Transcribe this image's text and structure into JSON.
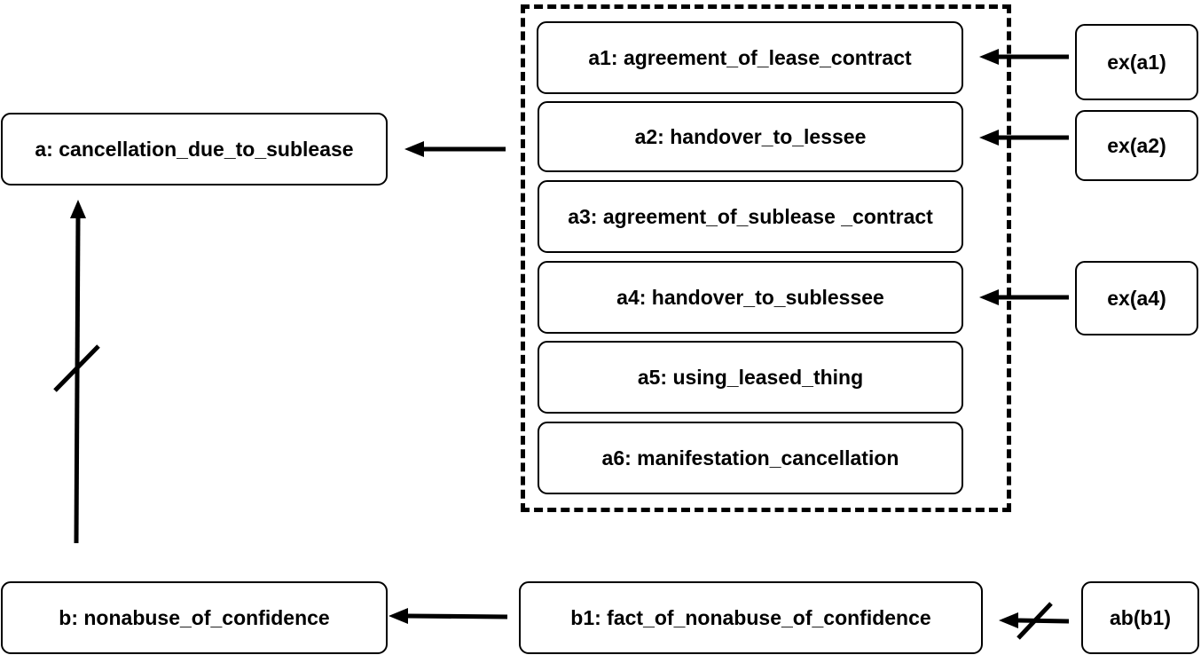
{
  "nodes": {
    "a": "a: cancellation_due_to_sublease",
    "a1": "a1: agreement_of_lease_contract",
    "a2": "a2: handover_to_lessee",
    "a3": "a3: agreement_of_sublease _contract",
    "a4": "a4: handover_to_sublessee",
    "a5": "a5: using_leased_thing",
    "a6": "a6: manifestation_cancellation",
    "b": "b: nonabuse_of_confidence",
    "b1": "b1: fact_of_nonabuse_of_confidence",
    "ex_a1": "ex(a1)",
    "ex_a2": "ex(a2)",
    "ex_a4": "ex(a4)",
    "ab_b1": "ab(b1)"
  },
  "edges": [
    {
      "from": "a1-a6 group",
      "to": "a",
      "type": "support"
    },
    {
      "from": "ex(a1)",
      "to": "a1",
      "type": "support"
    },
    {
      "from": "ex(a2)",
      "to": "a2",
      "type": "support"
    },
    {
      "from": "ex(a4)",
      "to": "a4",
      "type": "support"
    },
    {
      "from": "b",
      "to": "a",
      "type": "attack"
    },
    {
      "from": "b1",
      "to": "b",
      "type": "support"
    },
    {
      "from": "ab(b1)",
      "to": "b1",
      "type": "attack"
    }
  ]
}
